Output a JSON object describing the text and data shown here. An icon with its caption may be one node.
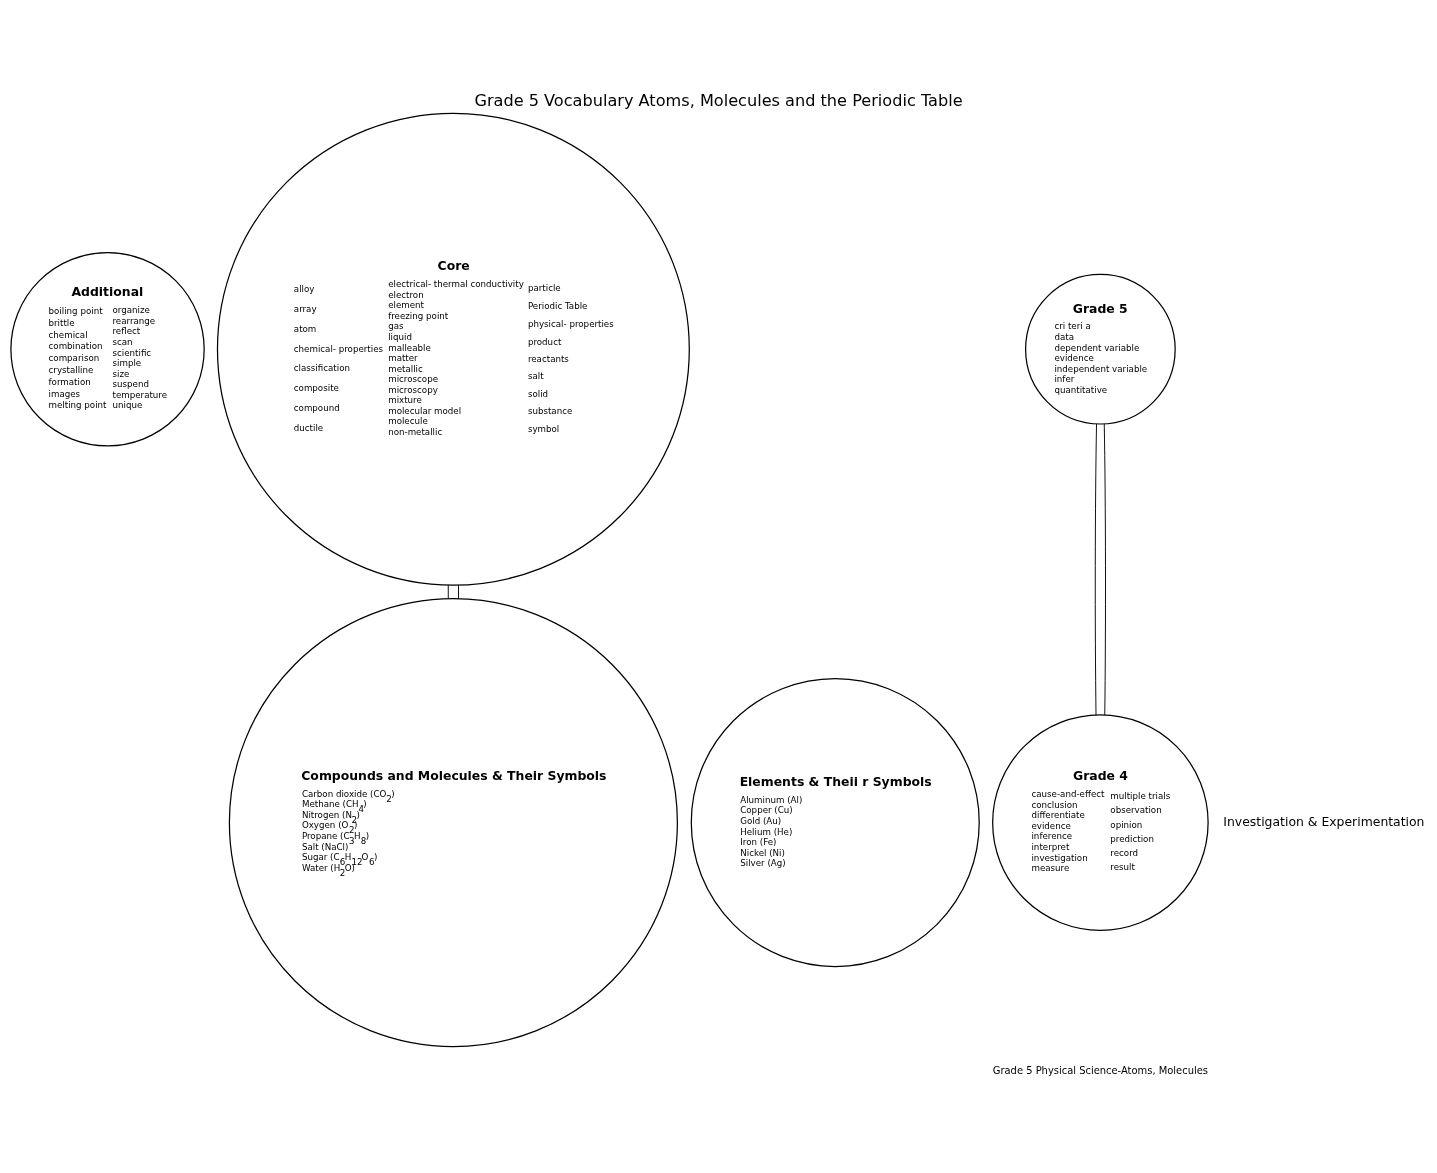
{
  "diagram": {
    "title": "Grade 5 Vocabulary Atoms, Molecules and the Periodic Table",
    "caption": "Grade 5 Physical Science-Atoms, Molecules",
    "nodes": [
      {
        "text": [
          "Additional",
          "boiling point",
          "brittle",
          "chemical",
          "combination",
          "comparison",
          "crystalline",
          "formation",
          "images",
          "melting point",
          "organize",
          "rearrange",
          "reflect",
          "scan",
          "scientific",
          "simple",
          "size",
          "suspend",
          "temperature",
          "unique"
        ]
      },
      {
        "text": [
          "Core",
          "alloy",
          "array",
          "atom",
          "chemical- properties",
          "classification",
          "composite",
          "compound",
          "ductile",
          "electrical- thermal conductivity",
          "electron",
          "element",
          "freezing point",
          "gas",
          "liquid",
          "malleable",
          "matter",
          "metallic",
          "microscope",
          "microscopy",
          "mixture",
          "molecular model",
          "molecule",
          "non-metallic",
          "particle",
          "Periodic Table",
          "physical- properties",
          "product",
          "reactants",
          "salt",
          "solid",
          "substance",
          "symbol"
        ]
      },
      {
        "text": [
          "Elements & Theii r Symbols",
          "Aluminum (Al)",
          "Copper (Cu)",
          "Gold (Au)",
          "Helium (He)",
          "Iron (Fe)",
          "Nickel (Ni)",
          "Silver (Ag)"
        ]
      },
      {
        "text": [
          "Compounds and Molecules & Their Symbols",
          "Carbon dioxide (CO$_{2}$)",
          "Methane (CH$_{4}$)",
          "Nitrogen (N$_{2}$)",
          "Oxygen (O$_{2}$)",
          "Propane (C$_{3}$H$_{8}$)",
          "Salt (NaCl)",
          "Sugar (C$_{6}$H$_{12}$O$_{6}$)",
          "Water (H$_{2}$O)"
        ]
      },
      {
        "text": [
          "Grade 5",
          "cri teri a",
          "data",
          "dependent variable",
          "evidence",
          "independent variable",
          "infer",
          "quantitative"
        ]
      },
      {
        "text": [
          "Grade 4",
          "cause-and-effect",
          "conclusion",
          "differentiate",
          "evidence",
          "inference",
          "interpret",
          "investigation",
          "measure",
          "multiple trials",
          "observation",
          "opinion",
          "prediction",
          "record",
          "result"
        ]
      }
    ],
    "edges": [
      {
        "from": 1,
        "to": 3,
        "arrow": "none"
      },
      {
        "from": 1,
        "to": 3,
        "arrow": "none"
      },
      {
        "from": 4,
        "to": 5,
        "arrow": "none"
      },
      {
        "from": 4,
        "to": 5,
        "arrow": "none"
      }
    ],
    "labels": [
      "Investigation & Experimentation"
    ]
  }
}
